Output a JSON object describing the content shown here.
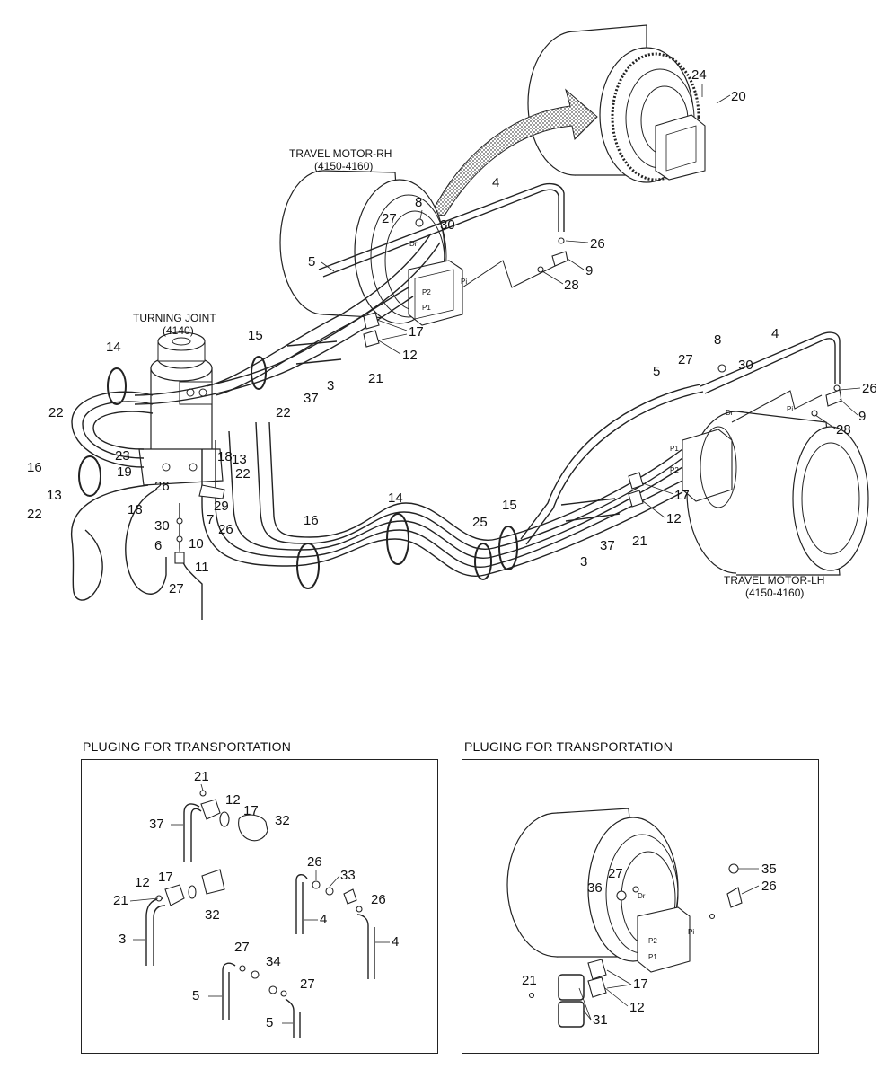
{
  "labels": {
    "travel_motor_rh": "TRAVEL MOTOR-RH",
    "travel_motor_rh_code": "(4150-4160)",
    "travel_motor_lh": "TRAVEL MOTOR-LH",
    "travel_motor_lh_code": "(4150-4160)",
    "turning_joint": "TURNING JOINT",
    "turning_joint_code": "(4140)",
    "port_p1": "P1",
    "port_p2": "P2",
    "port_pi": "Pi",
    "port_dr": "Dr"
  },
  "sections": {
    "left_title": "PLUGING FOR TRANSPORTATION",
    "right_title": "PLUGING FOR TRANSPORTATION"
  },
  "callouts": {
    "n20": "20",
    "n24": "24",
    "n8a": "8",
    "n27a": "27",
    "n30a": "30",
    "n4a": "4",
    "n26a": "26",
    "n9a": "9",
    "n28a": "28",
    "n5a": "5",
    "n17a": "17",
    "n12a": "12",
    "n21a": "21",
    "n3a": "3",
    "n37a": "37",
    "n15a": "15",
    "n14a": "14",
    "n22a": "22",
    "n22b": "22",
    "n22c": "22",
    "n22d": "22",
    "n23": "23",
    "n19": "19",
    "n16a": "16",
    "n13a": "13",
    "n13b": "13",
    "n18a": "18",
    "n18b": "18",
    "n26b": "26",
    "n29": "29",
    "n7": "7",
    "n26c": "26",
    "n30b": "30",
    "n10": "10",
    "n6": "6",
    "n11": "11",
    "n27b": "27",
    "n16b": "16",
    "n14b": "14",
    "n25": "25",
    "n15b": "15",
    "n37b": "37",
    "n21b": "21",
    "n3b": "3",
    "n12b": "12",
    "n17b": "17",
    "n27c": "27",
    "n8b": "8",
    "n30c": "30",
    "n4b": "4",
    "n5b": "5",
    "n26d": "26",
    "n9b": "9",
    "n28b": "28",
    "p21a": "21",
    "p12a": "12",
    "p17a": "17",
    "p37": "37",
    "p32a": "32",
    "p12b": "12",
    "p17b": "17",
    "p21b": "21",
    "p32b": "32",
    "p3": "3",
    "p26a": "26",
    "p33": "33",
    "p26b": "26",
    "p4a": "4",
    "p4b": "4",
    "p27a": "27",
    "p34": "34",
    "p27b": "27",
    "p5a": "5",
    "p5b": "5",
    "q35": "35",
    "q27": "27",
    "q36": "36",
    "q26": "26",
    "q21": "21",
    "q17": "17",
    "q12": "12",
    "q31": "31"
  }
}
